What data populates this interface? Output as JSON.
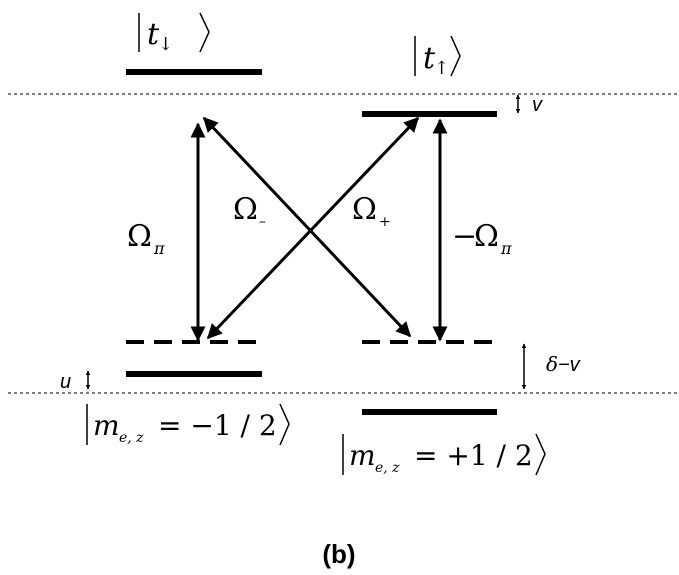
{
  "levels": {
    "t_down": {
      "ket": "t",
      "arrow": "↓"
    },
    "t_up": {
      "ket": "t",
      "arrow": "↑"
    },
    "me_minus": {
      "m": "m",
      "sub": "e, z",
      "eq": "= −1 / 2"
    },
    "me_plus": {
      "m": "m",
      "sub": "e, z",
      "eq": "= +1 / 2"
    }
  },
  "couplings": {
    "omega_pi_left": {
      "symbol": "Ω",
      "sub": "π"
    },
    "omega_minus": {
      "symbol": "Ω",
      "sub": "–"
    },
    "omega_plus": {
      "symbol": "Ω",
      "sub": "+"
    },
    "omega_pi_right": {
      "prefix": "−",
      "symbol": "Ω",
      "sub": "π"
    }
  },
  "shifts": {
    "v": "v",
    "u": "u",
    "delta_minus_v": {
      "delta": "δ",
      "rest": "−v"
    }
  },
  "caption": "(b)"
}
